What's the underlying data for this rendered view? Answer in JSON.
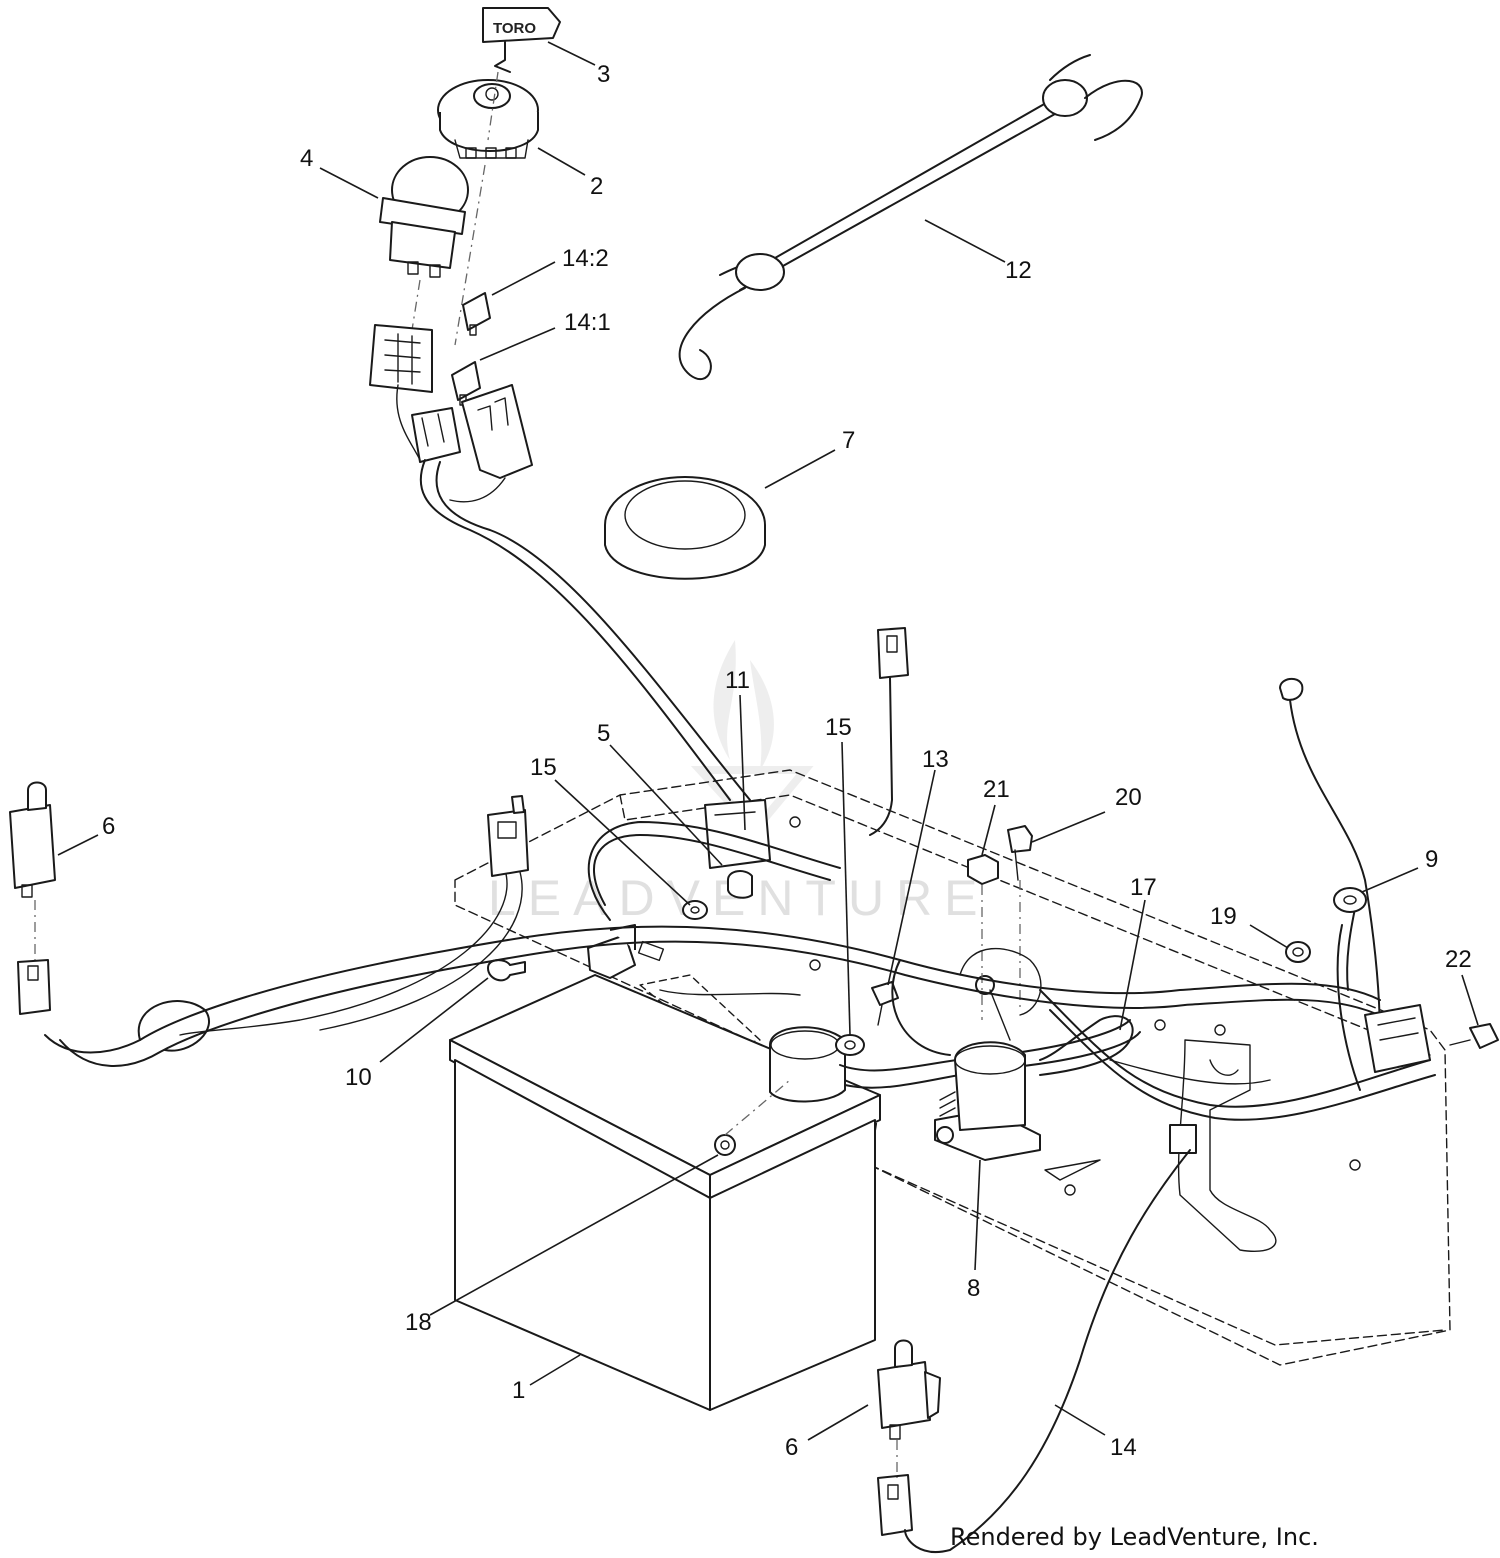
{
  "diagram": {
    "callouts": {
      "c1": "1",
      "c2": "2",
      "c3": "3",
      "c4": "4",
      "c5": "5",
      "c6a": "6",
      "c6b": "6",
      "c7": "7",
      "c8": "8",
      "c9": "9",
      "c10": "10",
      "c11": "11",
      "c12": "12",
      "c13": "13",
      "c14": "14",
      "c14_1": "14:1",
      "c14_2": "14:2",
      "c15a": "15",
      "c15b": "15",
      "c17": "17",
      "c18": "18",
      "c19": "19",
      "c20": "20",
      "c21": "21",
      "c22": "22"
    },
    "key_brand": "TORO",
    "watermark": "LEADVENTURE",
    "credit": "Rendered by LeadVenture, Inc."
  }
}
